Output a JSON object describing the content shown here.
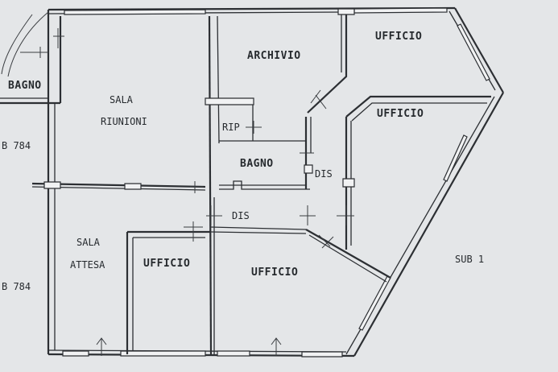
{
  "rooms": {
    "bagno_left": "BAGNO",
    "sala_riunioni_1": "SALA",
    "sala_riunioni_2": "RIUNIONI",
    "archivio": "ARCHIVIO",
    "ufficio_top": "UFFICIO",
    "ufficio_right": "UFFICIO",
    "rip": "RIP",
    "bagno_center": "BAGNO",
    "dis_vertical": "DIS",
    "dis_horizontal": "DIS",
    "sala_attesa_1": "SALA",
    "sala_attesa_2": "ATTESA",
    "ufficio_bottom_left": "UFFICIO",
    "ufficio_bottom_center": "UFFICIO",
    "sub_784_top": "B 784",
    "sub_784_bottom": "B 784",
    "sub_1": "SUB 1"
  },
  "colors": {
    "background": "#e4e6e8",
    "walls": "#2c2f33"
  }
}
